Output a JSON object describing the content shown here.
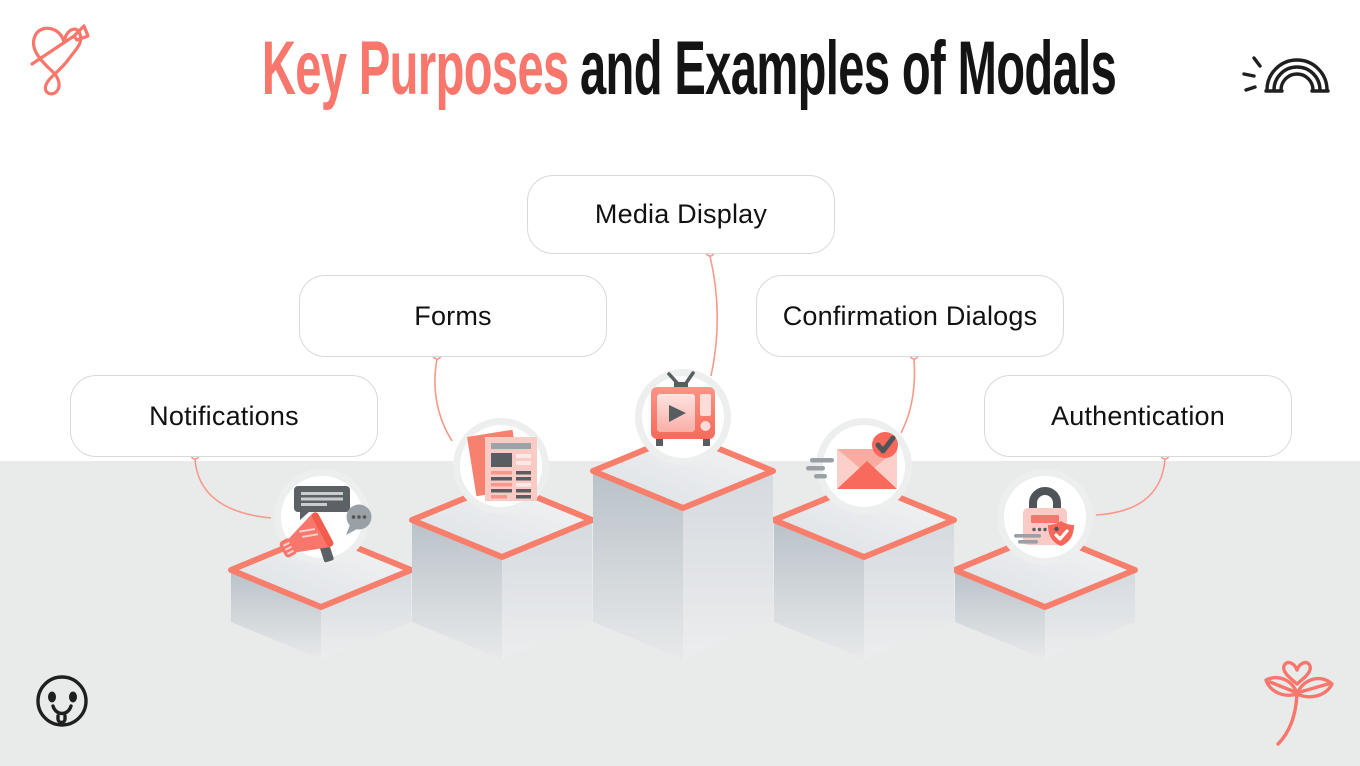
{
  "title": {
    "highlight": "Key Purposes",
    "rest": "and Examples of Modals"
  },
  "items": [
    {
      "label": "Notifications",
      "icon": "megaphone-announcement-icon"
    },
    {
      "label": "Forms",
      "icon": "document-form-icon"
    },
    {
      "label": "Media Display",
      "icon": "tv-play-icon"
    },
    {
      "label": "Confirmation Dialogs",
      "icon": "envelope-check-icon"
    },
    {
      "label": "Authentication",
      "icon": "padlock-shield-icon"
    }
  ],
  "decorations": [
    "heart-arrow-doodle",
    "rainbow-doodle",
    "smiley-face-doodle",
    "sprout-heart-doodle"
  ],
  "colors": {
    "accent_coral": "#F8766B",
    "accent_coral_dark": "#F8685A",
    "pink_light": "#FACAC5",
    "icon_dark_gray": "#565D61",
    "icon_mid_gray": "#99A1A6",
    "background_band": "#E9EAEA",
    "box_border": "#D9D9D9",
    "title_dark": "#141414"
  }
}
